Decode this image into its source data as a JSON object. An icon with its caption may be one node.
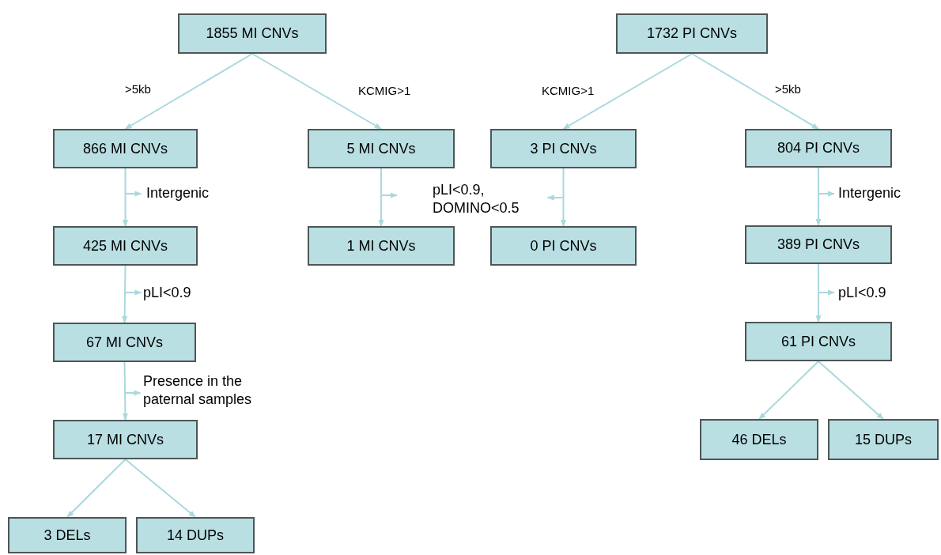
{
  "diagram": {
    "nodes": [
      {
        "text": [
          "1855 MI CNVs"
        ]
      },
      {
        "text": [
          "1732 PI CNVs"
        ]
      },
      {
        "text": [
          "866 MI CNVs"
        ]
      },
      {
        "text": [
          "5 MI CNVs"
        ]
      },
      {
        "text": [
          "3 PI CNVs"
        ]
      },
      {
        "text": [
          "804 PI CNVs"
        ]
      },
      {
        "text": [
          "425 MI CNVs"
        ]
      },
      {
        "text": [
          "1 MI CNVs"
        ]
      },
      {
        "text": [
          "0 PI CNVs"
        ]
      },
      {
        "text": [
          "389 PI CNVs"
        ]
      },
      {
        "text": [
          "67 MI CNVs"
        ]
      },
      {
        "text": [
          "61 PI CNVs"
        ]
      },
      {
        "text": [
          "17 MI CNVs"
        ]
      },
      {
        "text": [
          "3 DELs"
        ]
      },
      {
        "text": [
          "14 DUPs"
        ]
      },
      {
        "text": [
          "46 DELs"
        ]
      },
      {
        "text": [
          "15 DUPs"
        ]
      }
    ],
    "edges": [
      {
        "from": 0,
        "to": 2,
        "arrow": "to",
        "label": ">5kb"
      },
      {
        "from": 0,
        "to": 3,
        "arrow": "to",
        "label": "KCMIG>1"
      },
      {
        "from": 1,
        "to": 4,
        "arrow": "to",
        "label": "KCMIG>1"
      },
      {
        "from": 1,
        "to": 5,
        "arrow": "to",
        "label": ">5kb"
      },
      {
        "from": 2,
        "to": 6,
        "arrow": "to",
        "label": "Intergenic"
      },
      {
        "from": 6,
        "to": 10,
        "arrow": "to",
        "label": "pLI<0.9"
      },
      {
        "from": 10,
        "to": 12,
        "arrow": "to",
        "label": "Presence in the paternal samples"
      },
      {
        "from": 3,
        "to": 7,
        "arrow": "to"
      },
      {
        "from": 4,
        "to": 8,
        "arrow": "to"
      },
      {
        "from": 5,
        "to": 9,
        "arrow": "to",
        "label": "Intergenic"
      },
      {
        "from": 9,
        "to": 11,
        "arrow": "to",
        "label": "pLI<0.9"
      },
      {
        "from": 12,
        "to": 13,
        "arrow": "to"
      },
      {
        "from": 12,
        "to": 14,
        "arrow": "to"
      },
      {
        "from": 11,
        "to": 15,
        "arrow": "to"
      },
      {
        "from": 11,
        "to": 16,
        "arrow": "to"
      }
    ],
    "labels": [
      "pLI<0.9, DOMINO<0.5"
    ]
  }
}
